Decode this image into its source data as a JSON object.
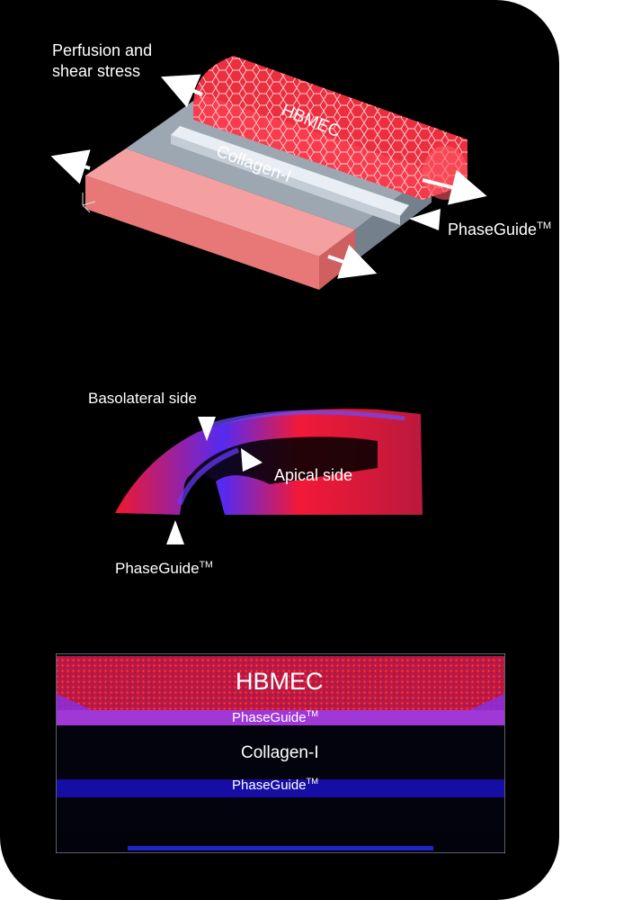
{
  "panel_a": {
    "perfusion_line1": "Perfusion and",
    "perfusion_line2": "shear stress",
    "hbmec": "HBMEC",
    "collagen": "Collagen-I",
    "phaseguide": "PhaseGuide",
    "tm": "TM"
  },
  "panel_b": {
    "basolateral": "Basolateral side",
    "apical": "Apical side",
    "phaseguide": "PhaseGuide",
    "tm": "TM"
  },
  "panel_c": {
    "hbmec": "HBMEC",
    "phaseguide_top": "PhaseGuide",
    "collagen": "Collagen-I",
    "phaseguide_bottom": "PhaseGuide",
    "tm": "TM"
  },
  "colors": {
    "red_channel": "#ff2030",
    "blue_channel": "#3a2cff",
    "hbmec_tube": "#ff3344",
    "collagen_gel": "#b8c4d0",
    "medium_channel": "#f08c8c"
  }
}
